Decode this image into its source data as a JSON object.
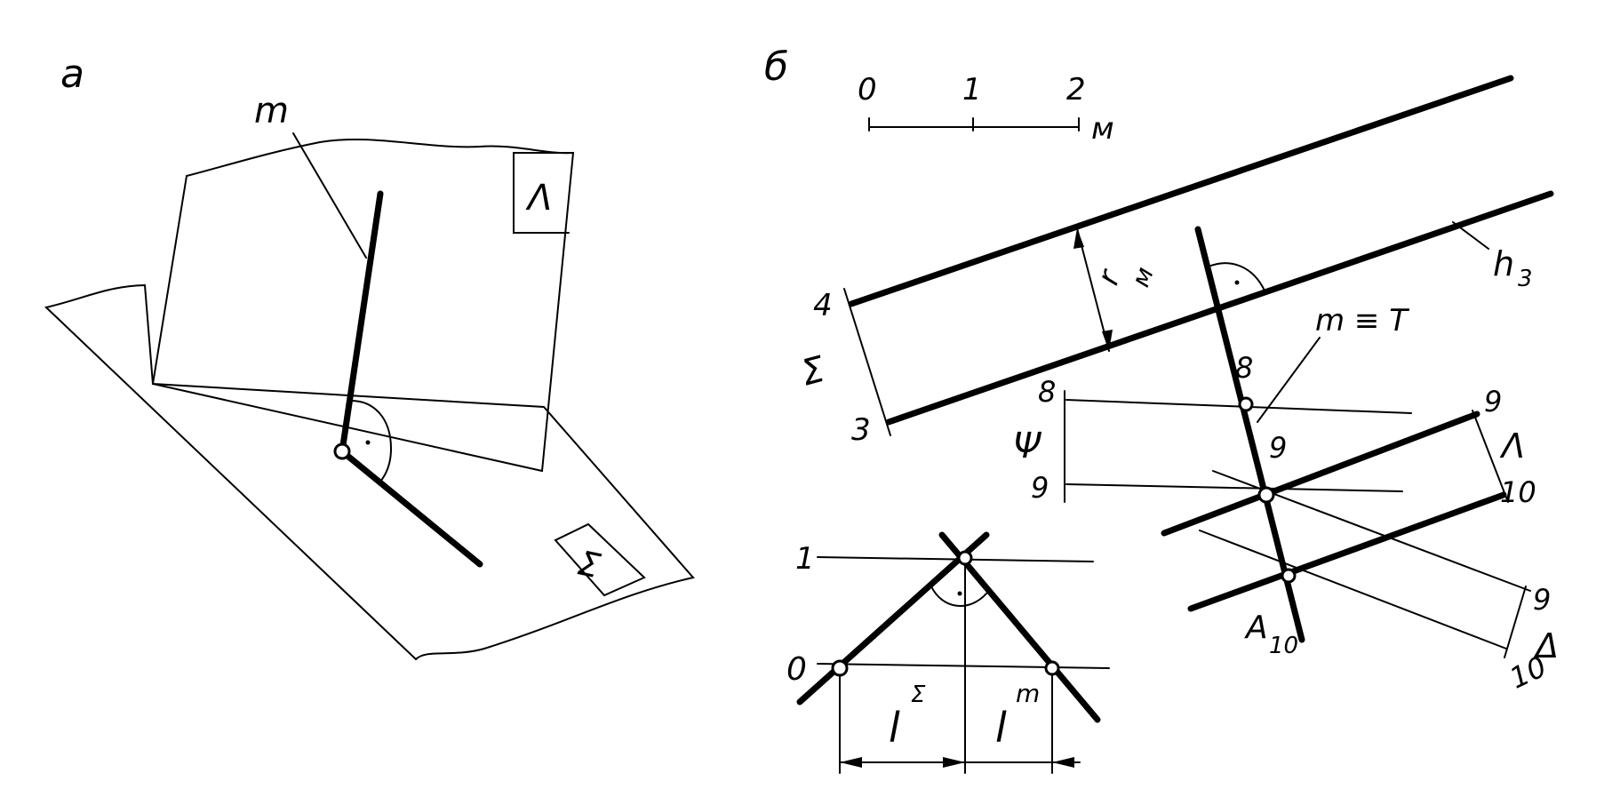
{
  "panel_a": {
    "label": "а",
    "line_m": "m",
    "plane_lambda": "Λ",
    "plane_sigma": "Σ"
  },
  "panel_b": {
    "label": "б",
    "scale": {
      "ticks": [
        "0",
        "1",
        "2"
      ],
      "unit": "м"
    },
    "plane_sigma": "Σ",
    "level_4": "4",
    "level_3": "3",
    "dist_mark": "r",
    "dist_sub": "м",
    "h3_main": "h",
    "h3_sub": "3",
    "m_eq": "m ≡ T",
    "pt_8": "8",
    "pt_9": "9",
    "psi": "Ψ",
    "psi_8": "8",
    "psi_9": "9",
    "lambda": "Λ",
    "lam_9": "9",
    "lam_10": "10",
    "delta": "Δ",
    "del_9": "9",
    "del_10": "10",
    "a_main": "A",
    "a_sub": "10"
  },
  "interval_diagram": {
    "level_1": "1",
    "level_0": "0",
    "l_sigma_main": "l",
    "l_sigma_sup": "Σ",
    "l_m_main": "l",
    "l_m_sup": "m"
  }
}
